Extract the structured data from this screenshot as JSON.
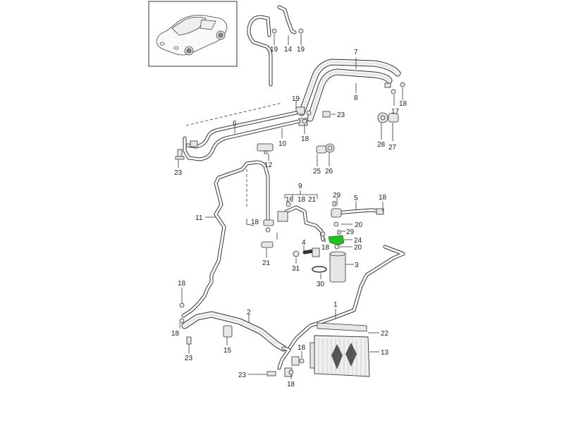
{
  "diagram": {
    "title": "Air conditioning refrigerant lines - exploded parts view",
    "highlight_color": "#22c022",
    "highlighted_part": "24",
    "thumbnail": {
      "label": "vehicle-overview-thumbnail"
    },
    "callouts": [
      {
        "id": "c19a",
        "text": "19"
      },
      {
        "id": "c14",
        "text": "14"
      },
      {
        "id": "c19b",
        "text": "19"
      },
      {
        "id": "c7",
        "text": "7"
      },
      {
        "id": "c8",
        "text": "8"
      },
      {
        "id": "c18a",
        "text": "18"
      },
      {
        "id": "c17",
        "text": "17"
      },
      {
        "id": "c19c",
        "text": "19"
      },
      {
        "id": "c23a",
        "text": "23"
      },
      {
        "id": "c18b",
        "text": "18"
      },
      {
        "id": "c28",
        "text": "28"
      },
      {
        "id": "c27",
        "text": "27"
      },
      {
        "id": "c6",
        "text": "6"
      },
      {
        "id": "c10",
        "text": "10"
      },
      {
        "id": "c12",
        "text": "12"
      },
      {
        "id": "c23b",
        "text": "23"
      },
      {
        "id": "c25",
        "text": "25"
      },
      {
        "id": "c26",
        "text": "26"
      },
      {
        "id": "c9",
        "text": "9"
      },
      {
        "id": "c16",
        "text": "16"
      },
      {
        "id": "c18c",
        "text": "18"
      },
      {
        "id": "c21a",
        "text": "21"
      },
      {
        "id": "c29a",
        "text": "29"
      },
      {
        "id": "c5",
        "text": "5"
      },
      {
        "id": "c18d",
        "text": "18"
      },
      {
        "id": "c11",
        "text": "11"
      },
      {
        "id": "c20a",
        "text": "20"
      },
      {
        "id": "c29b",
        "text": "29"
      },
      {
        "id": "c18e",
        "text": "18"
      },
      {
        "id": "c24",
        "text": "24"
      },
      {
        "id": "c18f",
        "text": "18"
      },
      {
        "id": "c20b",
        "text": "20"
      },
      {
        "id": "c4",
        "text": "4"
      },
      {
        "id": "c21b",
        "text": "21"
      },
      {
        "id": "c31",
        "text": "31"
      },
      {
        "id": "c3",
        "text": "3"
      },
      {
        "id": "c30",
        "text": "30"
      },
      {
        "id": "c18g",
        "text": "18"
      },
      {
        "id": "c1",
        "text": "1"
      },
      {
        "id": "c2",
        "text": "2"
      },
      {
        "id": "c22",
        "text": "22"
      },
      {
        "id": "c18h",
        "text": "18"
      },
      {
        "id": "c15",
        "text": "15"
      },
      {
        "id": "c23c",
        "text": "23"
      },
      {
        "id": "c13",
        "text": "13"
      },
      {
        "id": "c18i",
        "text": "18"
      },
      {
        "id": "c23d",
        "text": "23"
      },
      {
        "id": "c18j",
        "text": "18"
      }
    ]
  }
}
